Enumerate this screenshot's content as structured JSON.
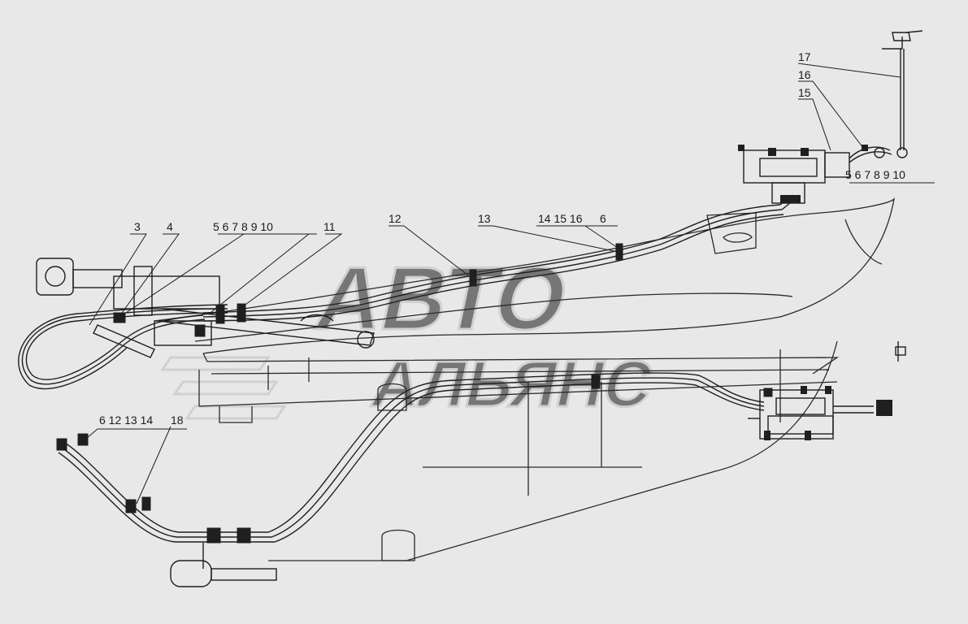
{
  "colors": {
    "background": "#e8e8e8",
    "line": "#1f1f1f",
    "watermark": "#cfcfcf"
  },
  "watermark": {
    "line1": "АВТО",
    "line2": "АЛЬЯНС"
  },
  "callouts": [
    {
      "id": "3",
      "text": "3"
    },
    {
      "id": "4",
      "text": "4"
    },
    {
      "id": "group-left-top",
      "text": "5 6 7 8 9 10"
    },
    {
      "id": "11",
      "text": "11"
    },
    {
      "id": "12",
      "text": "12"
    },
    {
      "id": "13",
      "text": "13"
    },
    {
      "id": "group-mid-top",
      "text": "14 15 16"
    },
    {
      "id": "6-mid",
      "text": "6"
    },
    {
      "id": "17",
      "text": "17"
    },
    {
      "id": "16-right",
      "text": "16"
    },
    {
      "id": "15-right",
      "text": "15"
    },
    {
      "id": "group-right",
      "text": "5 6 7 8 9 10"
    },
    {
      "id": "group-bottom-left",
      "text": "6 12 13 14"
    },
    {
      "id": "18",
      "text": "18"
    }
  ]
}
